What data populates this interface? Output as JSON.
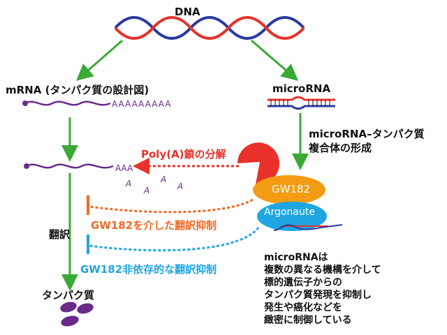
{
  "labels": {
    "dna": "DNA",
    "mrna": "mRNA (タンパク質の設計図)",
    "microrna": "microRNA",
    "complex_line1": "microRNA–タンパク質",
    "complex_line2": "複合体の形成",
    "polya": "Poly(A)鎖の分解",
    "translation": "翻訳",
    "gw182_dependent": "GW182を介した翻訳抑制",
    "gw182_independent": "GW182非依存的な翻訳抑制",
    "protein": "タンパク質",
    "polya_tail_long": "AAAAAAAAA",
    "polya_tail_short": "AAA",
    "released_a": "A",
    "gw182": "GW182",
    "argonaute": "Argonaute"
  },
  "summary": [
    "microRNAは",
    "複数の異なる機構を介して",
    "標的遺伝子からの",
    "タンパク質発現を抑制し",
    "発生や癌化などを",
    "緻密に制御している"
  ],
  "colors": {
    "dna_strand_1": "#e8312a",
    "dna_strand_2": "#2a3aa0",
    "arrow_green": "#3aaa35",
    "mrna_purple": "#6a2a8a",
    "gw182_orange": "#f39c12",
    "argonaute_blue": "#1fa6e0",
    "deadenylase_red": "#e8312a",
    "repression_orange": "#ef6a23",
    "repression_blue": "#1fa6e0"
  }
}
